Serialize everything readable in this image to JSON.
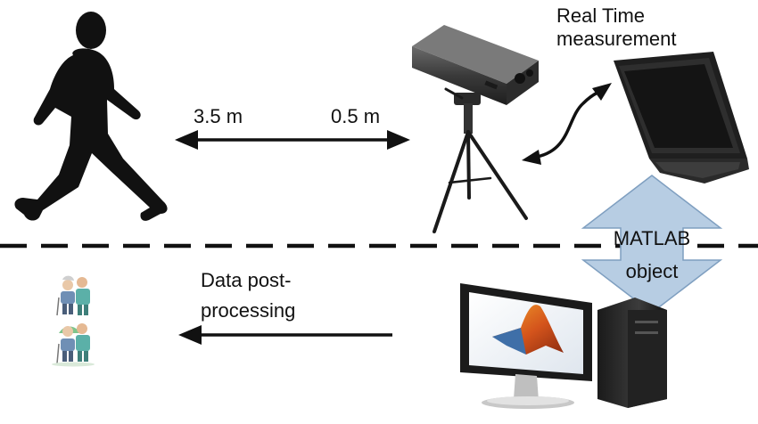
{
  "distance_far": "3.5 m",
  "distance_near": "0.5 m",
  "realtime": {
    "line1": "Real Time",
    "line2": "measurement"
  },
  "matlab": {
    "line1": "MATLAB",
    "line2": "object"
  },
  "postprocessing": {
    "line1": "Data post-",
    "line2": "processing"
  },
  "colors": {
    "silhouette": "#111111",
    "arrow": "#111111",
    "matlab_arrow_fill": "#b7cde3",
    "matlab_arrow_stroke": "#7f9fc0"
  }
}
